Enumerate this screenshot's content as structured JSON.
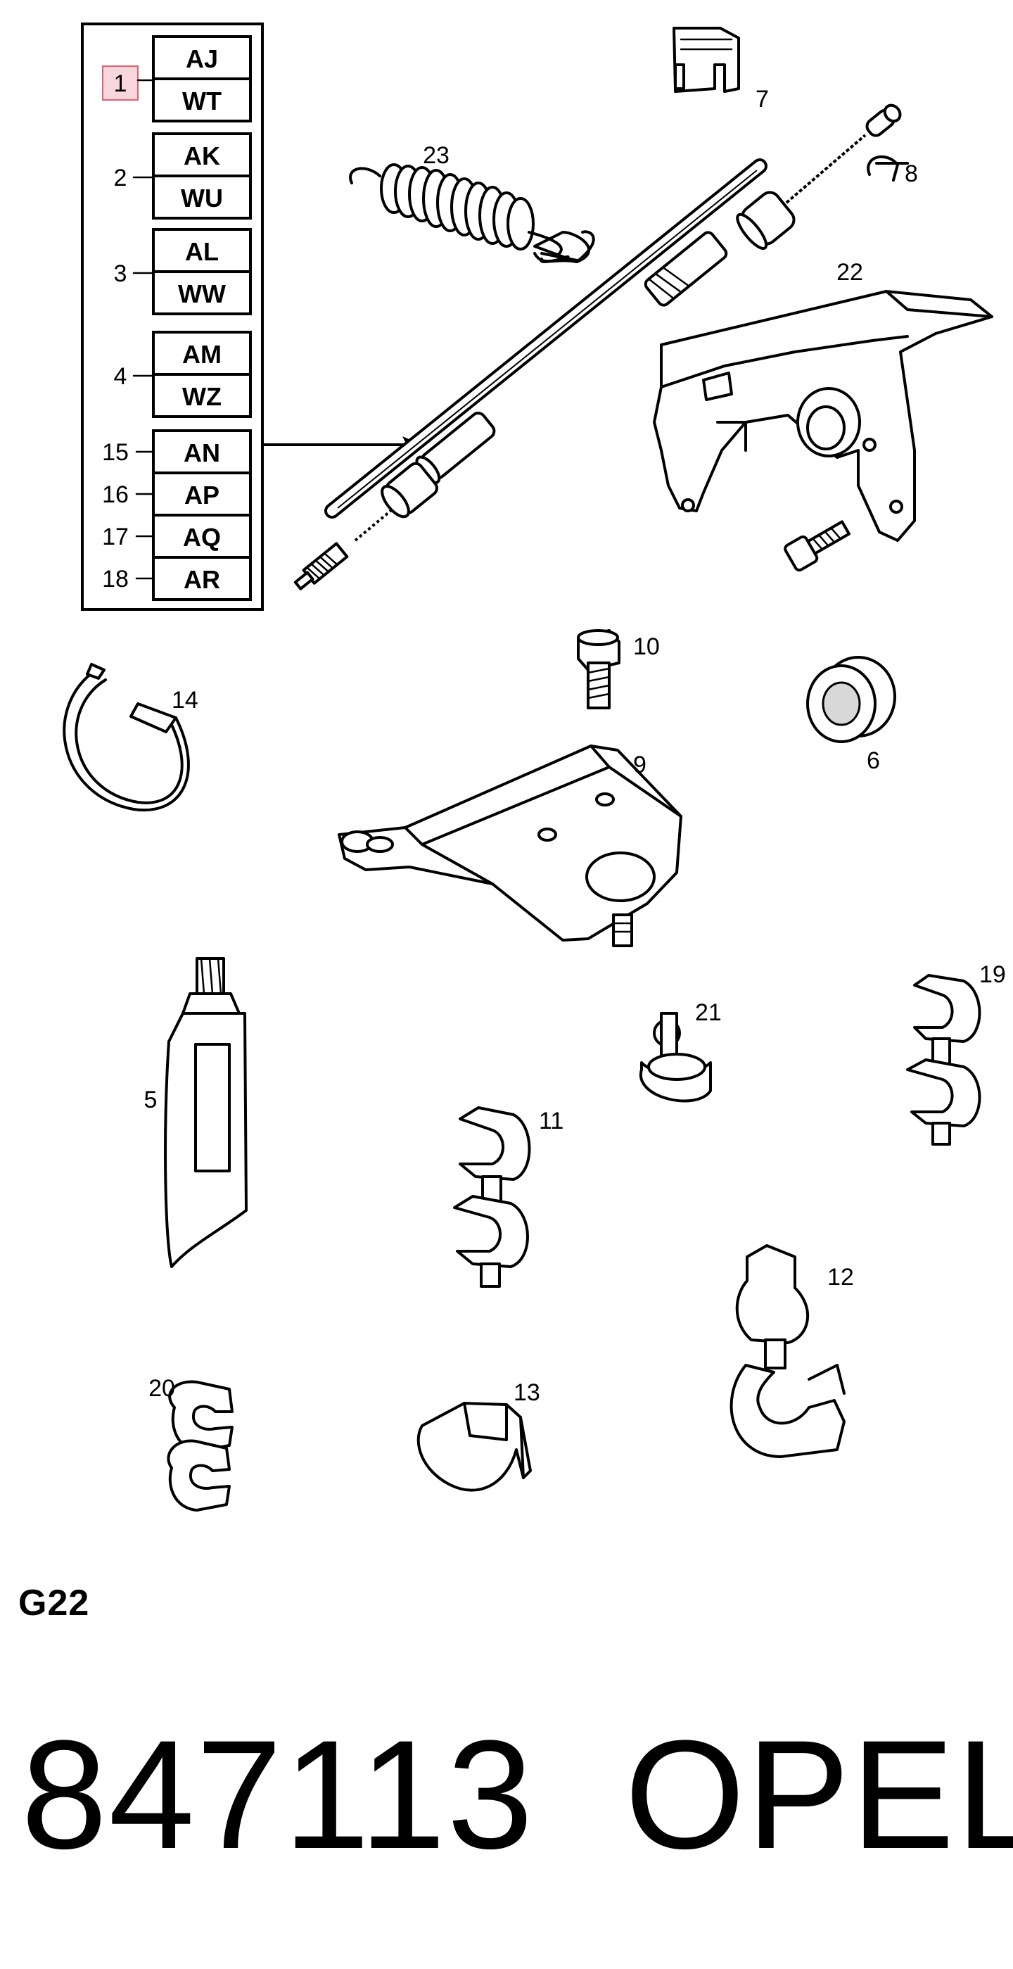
{
  "legend": {
    "rows": [
      {
        "callouts": [
          "1"
        ],
        "codes": [
          "AJ",
          "WT"
        ]
      },
      {
        "callouts": [
          "2"
        ],
        "codes": [
          "AK",
          "WU"
        ]
      },
      {
        "callouts": [
          "3"
        ],
        "codes": [
          "AL",
          "WW"
        ]
      },
      {
        "callouts": [
          "4"
        ],
        "codes": [
          "AM",
          "WZ"
        ]
      },
      {
        "callouts": [
          "15",
          "16",
          "17",
          "18"
        ],
        "codes": [
          "AN",
          "AP",
          "AQ",
          "AR"
        ]
      }
    ]
  },
  "callouts": {
    "p5": "5",
    "p6": "6",
    "p7": "7",
    "p8": "8",
    "p9": "9",
    "p10": "10",
    "p11": "11",
    "p12": "12",
    "p13": "13",
    "p14": "14",
    "p19": "19",
    "p20": "20",
    "p21": "21",
    "p22": "22",
    "p23": "23"
  },
  "footer": {
    "group_code": "G22",
    "part_number": "847113",
    "brand": "OPEL"
  }
}
